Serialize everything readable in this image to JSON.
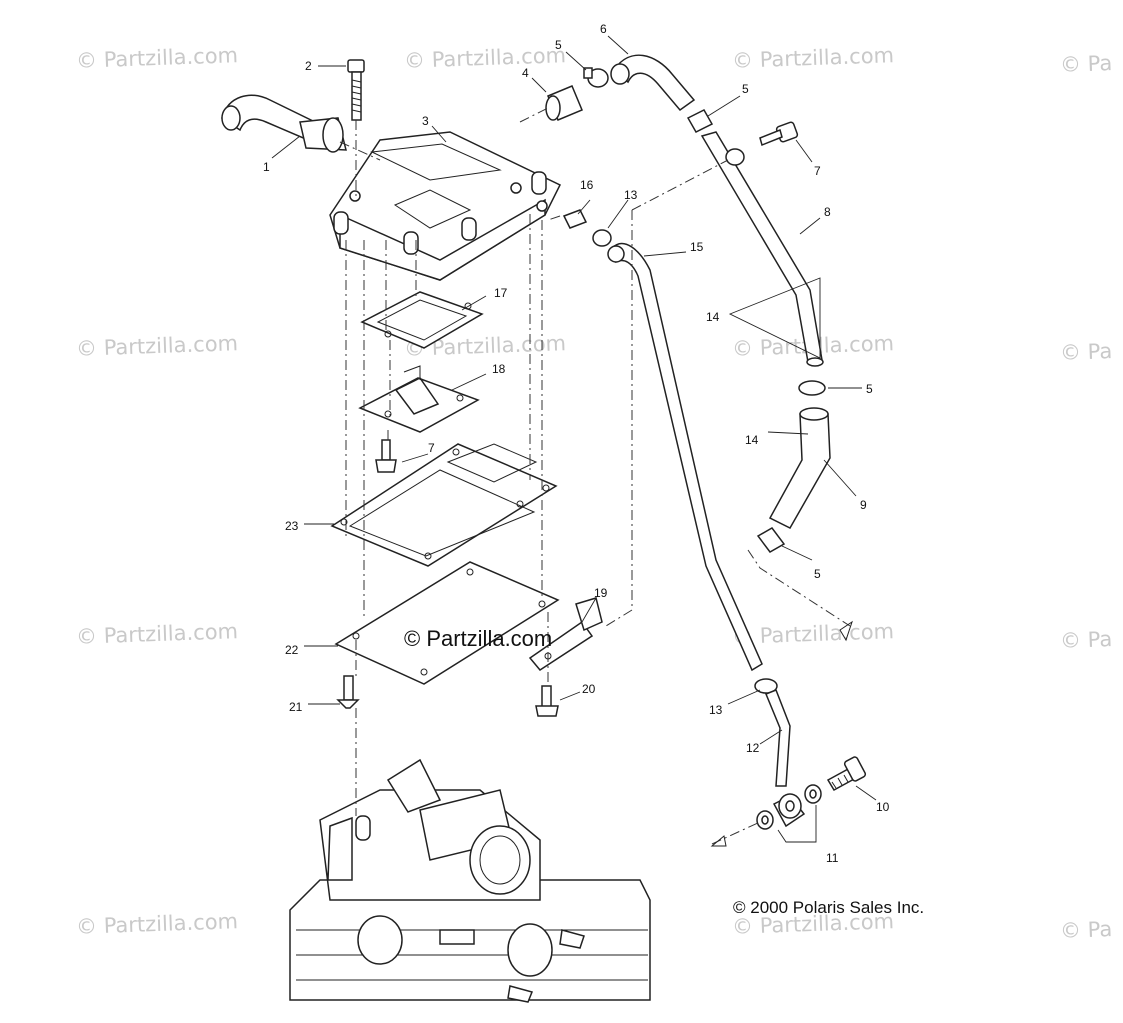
{
  "watermark": "© Partzilla.com",
  "center_watermark": "© Partzilla.com",
  "watermark_partial": "© Pa",
  "copyright": "© 2000 Polaris Sales Inc.",
  "callouts": {
    "c1": "1",
    "c2": "2",
    "c3": "3",
    "c4": "4",
    "c5a": "5",
    "c5b": "5",
    "c5c": "5",
    "c5d": "5",
    "c6": "6",
    "c7a": "7",
    "c7b": "7",
    "c8": "8",
    "c9": "9",
    "c10": "10",
    "c11": "11",
    "c12": "12",
    "c13a": "13",
    "c13b": "13",
    "c14a": "14",
    "c14b": "14",
    "c15": "15",
    "c16": "16",
    "c17": "17",
    "c18": "18",
    "c19": "19",
    "c20": "20",
    "c21": "21",
    "c22": "22",
    "c23": "23"
  }
}
